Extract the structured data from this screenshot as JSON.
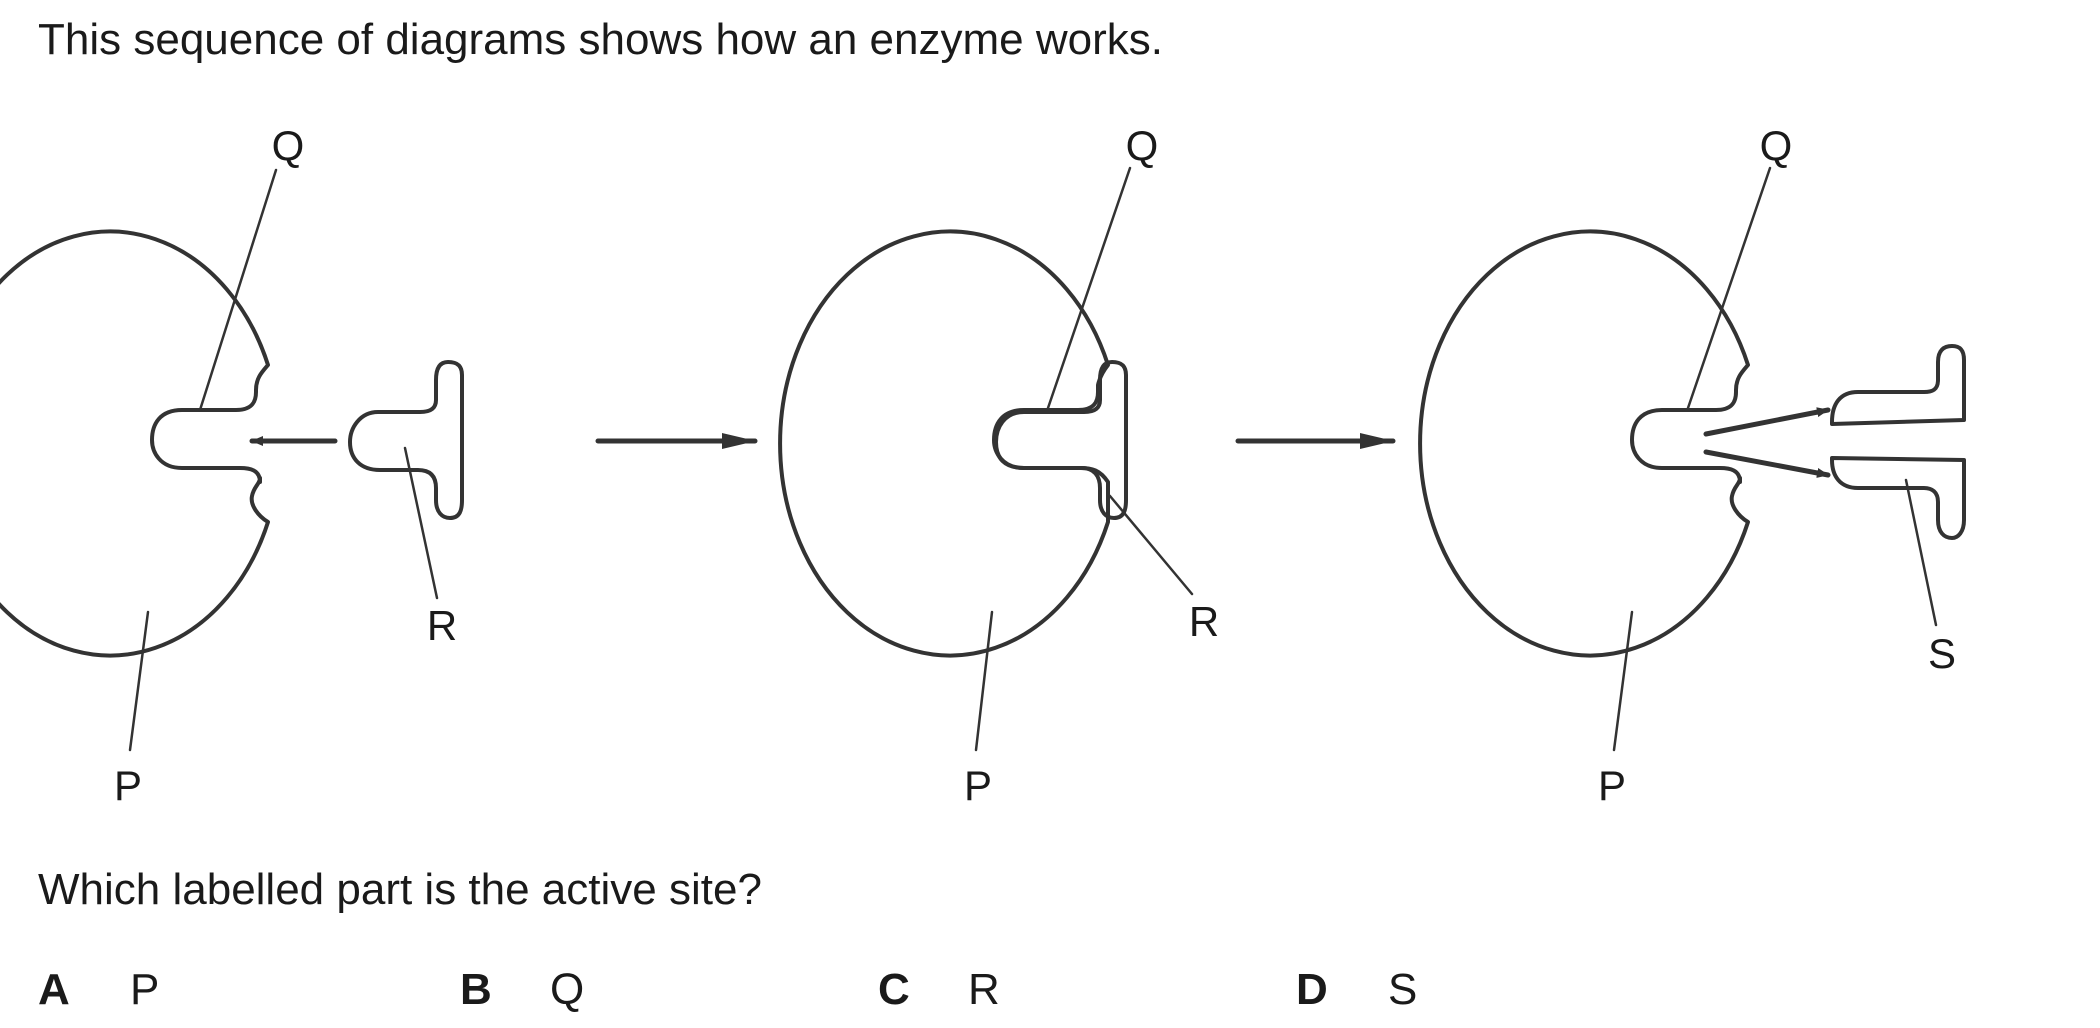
{
  "intro": "This sequence of diagrams shows how an enzyme works.",
  "question": "Which labelled part is the active site?",
  "labels": {
    "stage1": {
      "q": "Q",
      "r": "R",
      "p": "P"
    },
    "stage2": {
      "q": "Q",
      "r": "R",
      "p": "P"
    },
    "stage3": {
      "q": "Q",
      "s": "S",
      "p": "P"
    }
  },
  "options": [
    {
      "letter": "A",
      "text": "P"
    },
    {
      "letter": "B",
      "text": "Q"
    },
    {
      "letter": "C",
      "text": "R"
    },
    {
      "letter": "D",
      "text": "S"
    }
  ]
}
